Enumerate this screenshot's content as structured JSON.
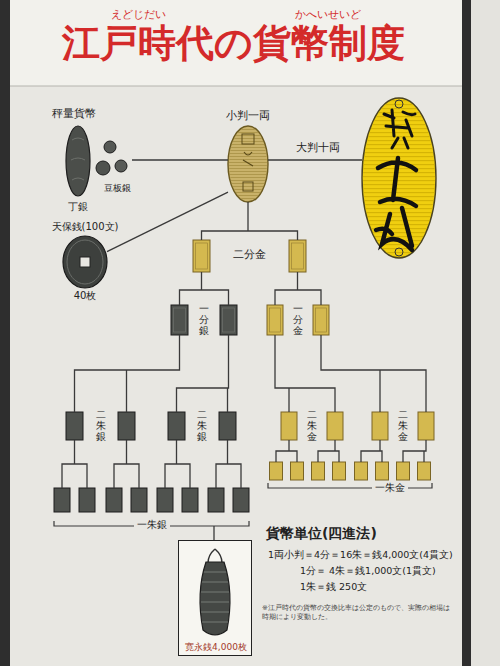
{
  "diagram": {
    "title": "江戸時代の貨幣制度",
    "nodes": [
      {
        "text": [
          "秤量貨幣",
          "丁銀",
          "豆板銀"
        ]
      },
      {
        "text": [
          "小判一両"
        ]
      },
      {
        "text": [
          "大判十両"
        ]
      },
      {
        "text": [
          "天保銭(100文)",
          "40枚"
        ]
      },
      {
        "text": [
          "二分金"
        ]
      },
      {
        "text": [
          "一分銀"
        ]
      },
      {
        "text": [
          "一分金"
        ]
      },
      {
        "text": [
          "二朱銀"
        ]
      },
      {
        "text": [
          "二朱銀"
        ]
      },
      {
        "text": [
          "二朱金"
        ]
      },
      {
        "text": [
          "二朱金"
        ]
      },
      {
        "text": [
          "一朱銀"
        ]
      },
      {
        "text": [
          "一朱金"
        ]
      },
      {
        "text": [
          "寛永銭4,000枚"
        ]
      }
    ],
    "edges": [
      {
        "from": 0,
        "to": 1,
        "arrow": "none"
      },
      {
        "from": 1,
        "to": 2,
        "arrow": "none"
      },
      {
        "from": 1,
        "to": 3,
        "arrow": "none"
      },
      {
        "from": 1,
        "to": 4,
        "arrow": "none"
      },
      {
        "from": 4,
        "to": 5,
        "arrow": "none"
      },
      {
        "from": 4,
        "to": 6,
        "arrow": "none"
      },
      {
        "from": 5,
        "to": 7,
        "arrow": "none"
      },
      {
        "from": 5,
        "to": 8,
        "arrow": "none"
      },
      {
        "from": 6,
        "to": 9,
        "arrow": "none"
      },
      {
        "from": 6,
        "to": 10,
        "arrow": "none"
      },
      {
        "from": 7,
        "to": 11,
        "arrow": "none"
      },
      {
        "from": 8,
        "to": 11,
        "arrow": "none"
      },
      {
        "from": 9,
        "to": 12,
        "arrow": "none"
      },
      {
        "from": 10,
        "to": 12,
        "arrow": "none"
      },
      {
        "from": 11,
        "to": 13,
        "arrow": "none"
      }
    ],
    "labels": [
      "えどじだい",
      "かへいせいど",
      "貨幣単位(四進法)",
      "1両小判＝4分＝16朱＝銭4,000文(4貫文)",
      "1分＝ 4朱＝銭1,000文(1貫文)",
      "1朱＝銭 250文",
      "※江戸時代の貨幣の交換比率は公定のもので、実際の相場は時期により変動した。"
    ]
  }
}
